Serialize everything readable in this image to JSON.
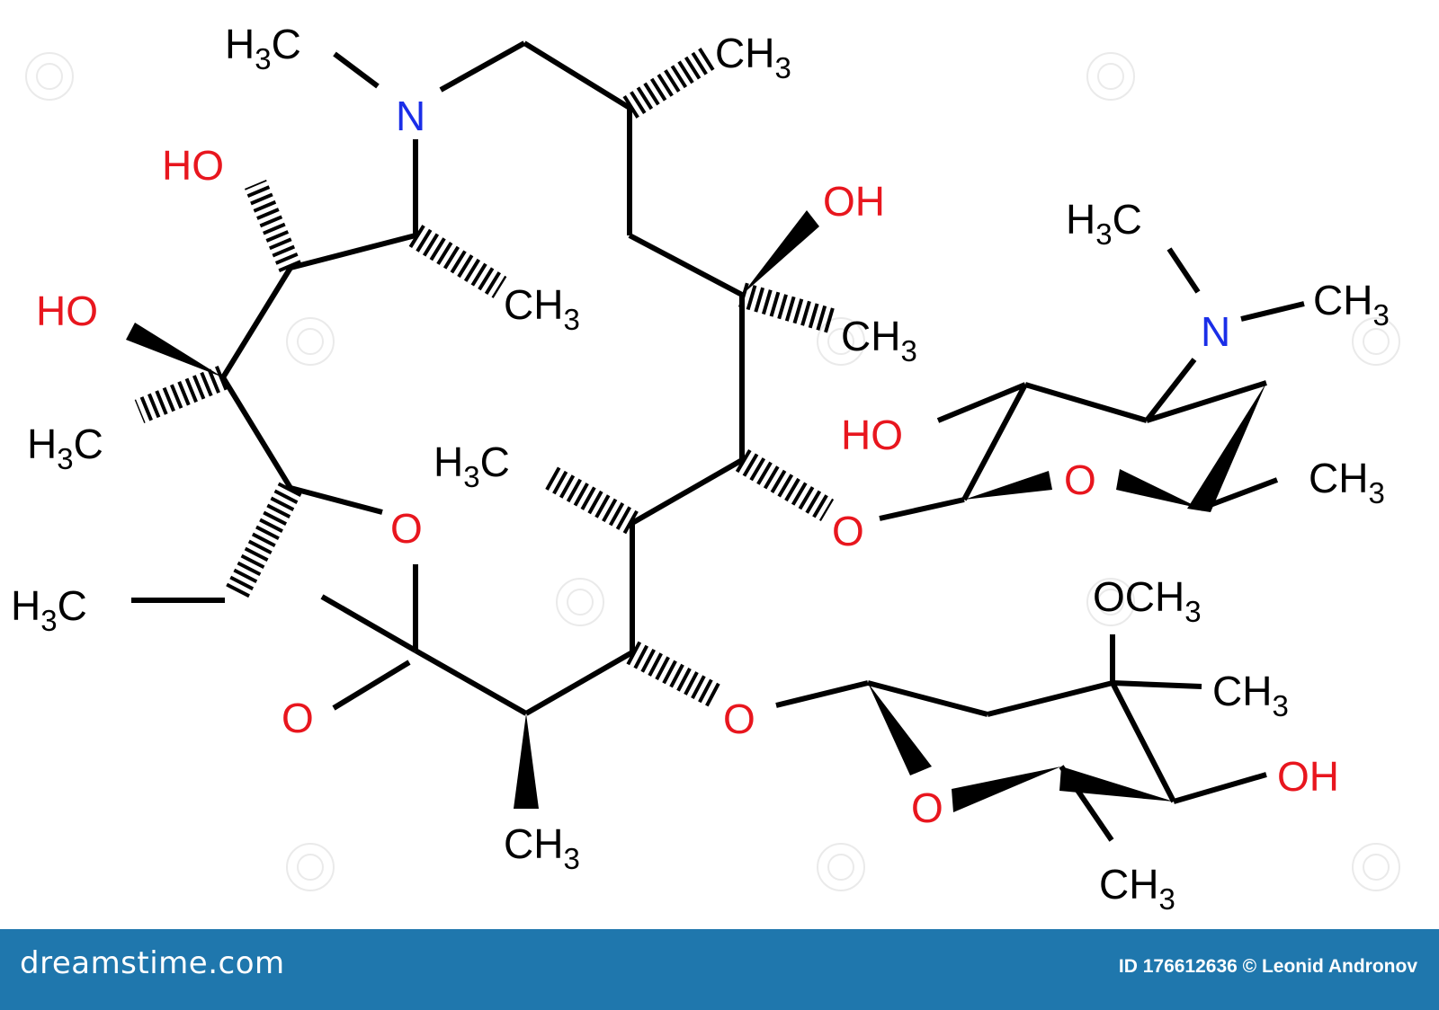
{
  "footer": {
    "brand": "dreamstime.com",
    "credit": "ID 176612636 © Leonid Andronov"
  },
  "colors": {
    "bond": "#000000",
    "carbon_group": "#000000",
    "oxygen": "#e8161e",
    "nitrogen": "#1a2ee8",
    "footer_bg": "#1f77ad"
  },
  "atoms": {
    "h3c_nme": [
      "H",
      "3",
      "C"
    ],
    "n_ring": "N",
    "ch3_top": [
      "CH",
      "3"
    ],
    "ho_top": "HO",
    "ch3_upper_left": [
      "CH",
      "3"
    ],
    "ho_left": "HO",
    "h3c_left": [
      "H",
      "3",
      "C"
    ],
    "o_ring": "O",
    "h3c_ethyl": [
      "H",
      "3",
      "C"
    ],
    "o_carbonyl": "O",
    "ch3_bottom": [
      "CH",
      "3"
    ],
    "o_ester": "O",
    "h3c_mid": [
      "H",
      "3",
      "C"
    ],
    "o_link_upper": "O",
    "oh_mid": "OH",
    "ch3_mid": [
      "CH",
      "3"
    ],
    "h3c_sugar": [
      "H",
      "3",
      "C"
    ],
    "n_sugar": "N",
    "ch3_nme2": [
      "CH",
      "3"
    ],
    "ho_sugar": "HO",
    "o_sugar_ring": "O",
    "ch3_sugar": [
      "CH",
      "3"
    ],
    "och3": [
      "OCH",
      "3"
    ],
    "ch3_clad1": [
      "CH",
      "3"
    ],
    "oh_clad": "OH",
    "o_clad_ring": "O",
    "ch3_clad2": [
      "CH",
      "3"
    ]
  }
}
